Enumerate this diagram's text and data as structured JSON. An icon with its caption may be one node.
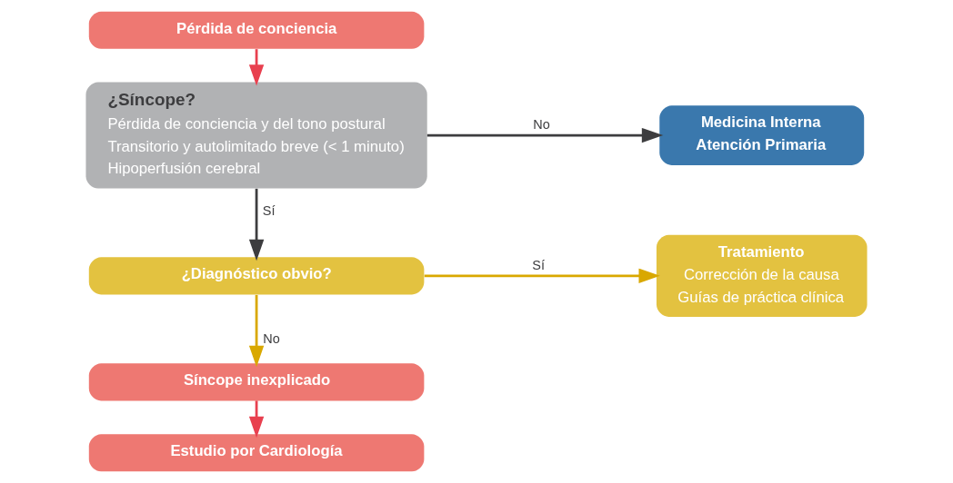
{
  "diagram": {
    "nodes": [
      {
        "text": [
          "Pérdida de conciencia"
        ]
      },
      {
        "text": [
          "¿Síncope?",
          "Pérdida de conciencia y del tono postural",
          "Transitorio y autolimitado breve (< 1 minuto)",
          "Hipoperfusión cerebral"
        ]
      },
      {
        "text": [
          "¿Diagnóstico obvio?"
        ]
      },
      {
        "text": [
          "Síncope inexplicado"
        ]
      },
      {
        "text": [
          "Estudio por Cardiología"
        ]
      },
      {
        "text": [
          "Medicina Interna",
          "Atención Primaria"
        ]
      },
      {
        "text": [
          "Tratamiento",
          "Corrección de la causa",
          "Guías de práctica clínica"
        ]
      }
    ],
    "edges": [
      {
        "from": 0,
        "to": 1,
        "arrow": "to",
        "color": "#e8404f"
      },
      {
        "from": 1,
        "to": 2,
        "arrow": "to",
        "label": "Sí",
        "color": "#3d3d3f"
      },
      {
        "from": 2,
        "to": 3,
        "arrow": "to",
        "label": "No",
        "color": "#d9a800"
      },
      {
        "from": 3,
        "to": 4,
        "arrow": "to",
        "color": "#e8404f"
      },
      {
        "from": 1,
        "to": 5,
        "arrow": "to",
        "label": "No",
        "color": "#3d3d3f"
      },
      {
        "from": 2,
        "to": 6,
        "arrow": "to",
        "label": "Sí",
        "color": "#d9a800"
      }
    ]
  }
}
